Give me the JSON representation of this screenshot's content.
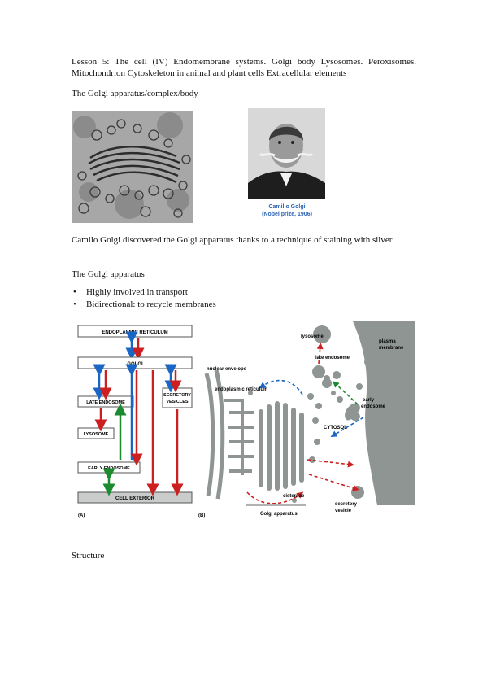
{
  "document": {
    "heading_line1": "Lesson 5: The cell (IV) Endomembrane systems. Golgi body Lysosomes. Peroxisomes.",
    "heading_line2": "Mitochondrion Cytoskeleton in animal and plant cells Extracellular elements",
    "section_title": "The Golgi apparatus/complex/body",
    "portrait_caption_name": "Camillo Golgi",
    "portrait_caption_prize": "(Nobel prize, 1906)",
    "discovery_sentence": "Camilo Golgi discovered the Golgi apparatus thanks to a technique of staining with silver",
    "golgi_subtitle": "The Golgi apparatus",
    "bullets": [
      "Highly involved in transport",
      "Bidirectional: to recycle membranes"
    ],
    "bullet_symbol": "•",
    "structure_title": "Structure"
  },
  "diagram_a": {
    "label": "(A)",
    "boxes": {
      "er": "ENDOPLASMIC RETICULUM",
      "golgi": "GOLGI",
      "late_endosome": "LATE ENDOSOME",
      "lysosome": "LYSOSOME",
      "early_endosome": "EARLY ENDOSOME",
      "cell_exterior": "CELL EXTERIOR",
      "secretory_line1": "SECRETORY",
      "secretory_line2": "VESICLES"
    },
    "colors": {
      "blue": "#1a66c4",
      "red": "#cc1f1f",
      "green": "#1c8a2e",
      "box_fill": "#ffffff",
      "exterior_fill": "#c9cccb"
    }
  },
  "diagram_b": {
    "label": "(B)",
    "labels": {
      "lysosome": "lysosome",
      "plasma_membrane_1": "plasma",
      "plasma_membrane_2": "membrane",
      "late_endosome": "late endosome",
      "nuclear_envelope": "nuclear envelope",
      "er": "endoplasmic reticulum",
      "early_endosome_1": "early",
      "early_endosome_2": "endosome",
      "cytosol": "CYTOSOL",
      "cisternae": "cisternae",
      "secretory_vesicle_1": "secretory",
      "secretory_vesicle_2": "vesicle",
      "golgi_apparatus": "Golgi apparatus"
    },
    "colors": {
      "membrane": "#8e9593",
      "outline": "#5d6563"
    }
  }
}
